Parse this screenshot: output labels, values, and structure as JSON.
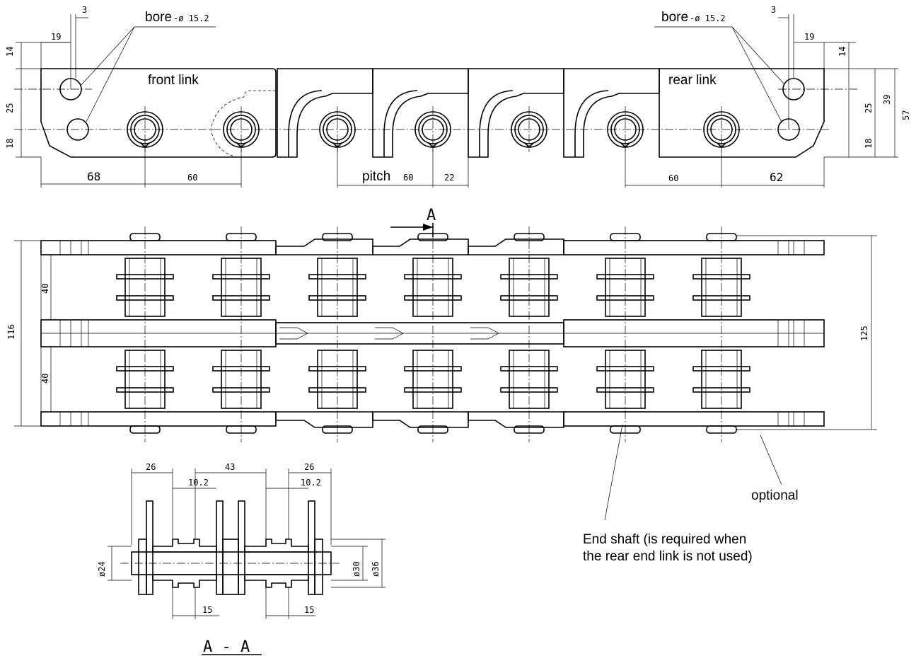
{
  "labels": {
    "bore_left": "bore",
    "bore_left_dim": "-ø 15.2",
    "bore_right": "bore",
    "bore_right_dim": "-ø 15.2",
    "front_link": "front link",
    "rear_link": "rear link",
    "pitch": "pitch",
    "optional": "optional",
    "end_shaft_1": "End shaft (is required when",
    "end_shaft_2": "the rear end link is not used)",
    "section_a_top": "A",
    "section_title": "A - A"
  },
  "dims_top": {
    "d3_left": "3",
    "d19_left": "19",
    "d14_left": "14",
    "d25_left": "25",
    "d18_left": "18",
    "d68": "68",
    "d60_left": "60",
    "d60_pitch": "60",
    "d22": "22",
    "d60_right": "60",
    "d62": "62",
    "d3_right": "3",
    "d19_right": "19",
    "d14_right": "14",
    "d25_right": "25",
    "d18_right": "18",
    "d39": "39",
    "d57": "57"
  },
  "dims_mid": {
    "d40_top": "40",
    "d116": "116",
    "d40_bot": "40",
    "d125": "125"
  },
  "dims_section": {
    "d26_left": "26",
    "d43": "43",
    "d26_right": "26",
    "d10_2_left": "10.2",
    "d10_2_right": "10.2",
    "d24": "ø24",
    "d30": "ø30",
    "d36": "ø36",
    "d15_left": "15",
    "d15_right": "15"
  },
  "pins_x": [
    205,
    341,
    477,
    612,
    748,
    884,
    1020
  ]
}
